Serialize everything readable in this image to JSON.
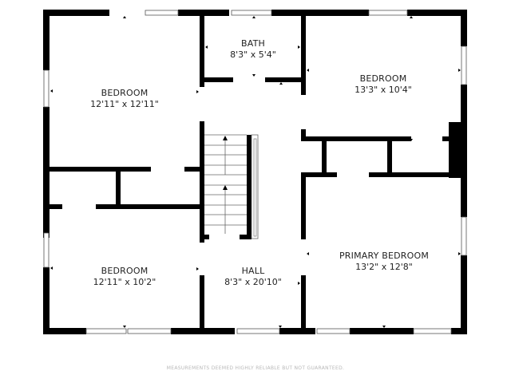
{
  "floor_plan": {
    "rooms": [
      {
        "id": "bedroom-nw",
        "name": "BEDROOM",
        "dimensions": "12'11\" x 12'11\""
      },
      {
        "id": "bath",
        "name": "BATH",
        "dimensions": "8'3\" x 5'4\""
      },
      {
        "id": "bedroom-ne",
        "name": "BEDROOM",
        "dimensions": "13'3\" x 10'4\""
      },
      {
        "id": "bedroom-sw",
        "name": "BEDROOM",
        "dimensions": "12'11\" x 10'2\""
      },
      {
        "id": "hall",
        "name": "HALL",
        "dimensions": "8'3\" x 20'10\""
      },
      {
        "id": "primary-bedroom",
        "name": "PRIMARY BEDROOM",
        "dimensions": "13'2\" x 12'8\""
      }
    ],
    "features": [
      "staircase",
      "closets",
      "windows",
      "doors"
    ],
    "wall_color": "#000000",
    "background_color": "#ffffff"
  },
  "footer": {
    "disclaimer": "MEASUREMENTS DEEMED HIGHLY RELIABLE BUT NOT GUARANTEED."
  }
}
